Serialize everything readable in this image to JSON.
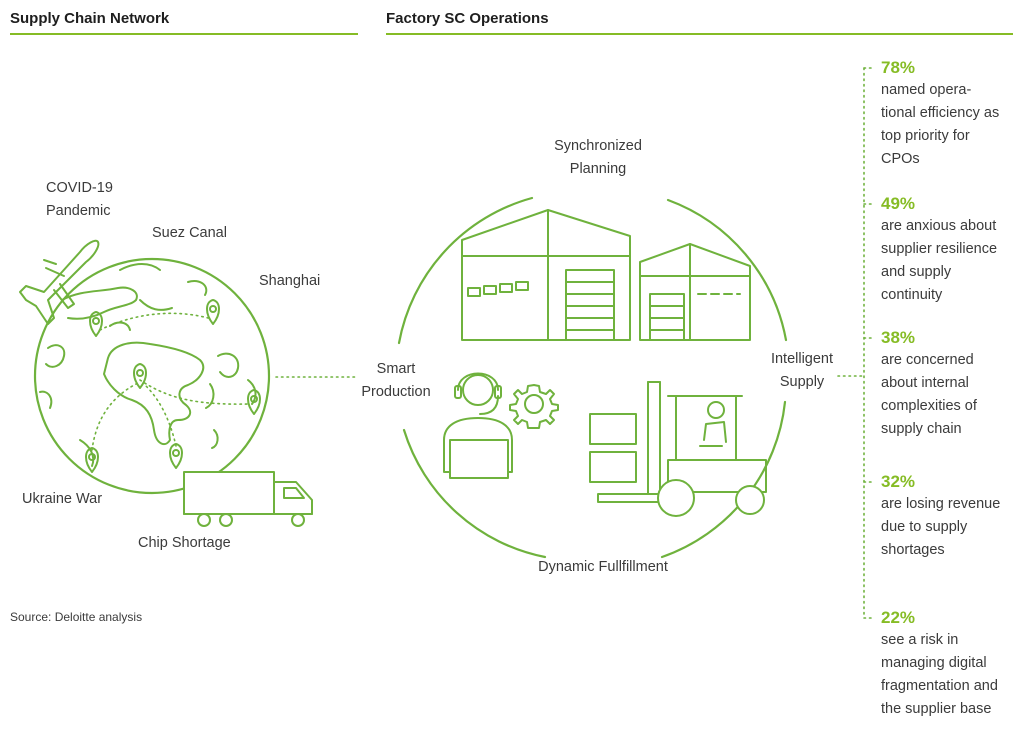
{
  "headers": {
    "left": "Supply Chain Network",
    "right": "Factory SC Operations"
  },
  "network_labels": {
    "covid": "COVID-19\nPandemic",
    "suez": "Suez Canal",
    "shanghai": "Shanghai",
    "ukraine": "Ukraine War",
    "chip": "Chip Shortage"
  },
  "operations_labels": {
    "planning": "Synchronized\nPlanning",
    "production": "Smart\nProduction",
    "supply": "Intelligent\nSupply",
    "fulfillment": "Dynamic Fullfillment"
  },
  "stats": [
    {
      "pct": "78%",
      "desc": "named opera-\ntional efficiency as\ntop priority for\nCPOs"
    },
    {
      "pct": "49%",
      "desc": "are anxious about\nsupplier resilience\nand supply\ncontinuity"
    },
    {
      "pct": "38%",
      "desc": "are concerned\nabout internal\ncomplexities of\nsupply chain"
    },
    {
      "pct": "32%",
      "desc": "are losing revenue\ndue to supply\nshortages"
    },
    {
      "pct": "22%",
      "desc": "see a risk in\nmanaging digital\nfragmentation and\nthe supplier base"
    }
  ],
  "source": "Source: Deloitte analysis",
  "colors": {
    "accent": "#86bc25",
    "line": "#6fb23d",
    "text": "#3b3b3b"
  }
}
